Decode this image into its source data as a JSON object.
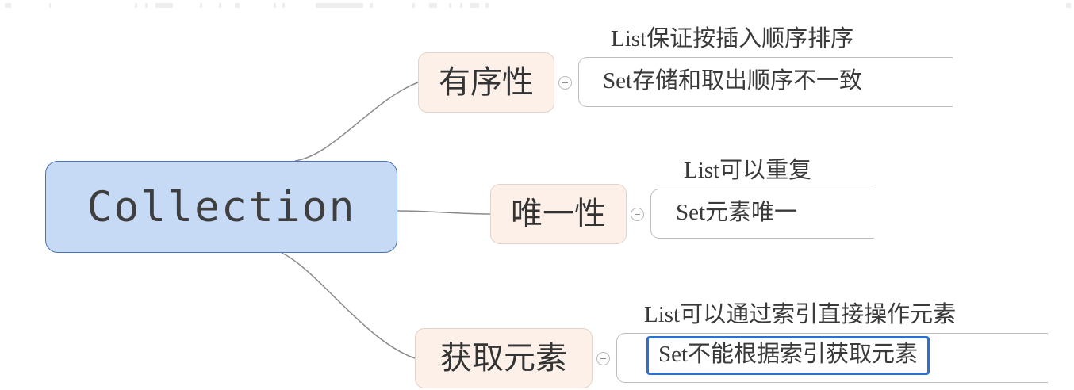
{
  "diagram": {
    "type": "mind-map",
    "title": "Collection",
    "orientation": "left-to-right",
    "background_color": "#ffffff",
    "colors": {
      "root_fill": "#c6d9f5",
      "root_border": "#4a74b8",
      "branch_fill": "#fcf0e9",
      "branch_border": "#e3d3c8",
      "edge": "#8a8a8a",
      "leaf_bracket": "#bdbdbd",
      "selection_border": "#2f6fce",
      "text": "#3a3a3a"
    },
    "root": {
      "label": "Collection"
    },
    "branches": [
      {
        "label": "有序性",
        "toggle_state": "expanded",
        "toggle_icon": "minus-circle-icon",
        "leaves": [
          {
            "text": "List保证按插入顺序排序",
            "boxed": false,
            "selected": false
          },
          {
            "text": "Set存储和取出顺序不一致",
            "boxed": true,
            "selected": false
          }
        ]
      },
      {
        "label": "唯一性",
        "toggle_state": "expanded",
        "toggle_icon": "minus-circle-icon",
        "leaves": [
          {
            "text": "List可以重复",
            "boxed": false,
            "selected": false
          },
          {
            "text": "Set元素唯一",
            "boxed": true,
            "selected": false
          }
        ]
      },
      {
        "label": "获取元素",
        "toggle_state": "expanded",
        "toggle_icon": "minus-circle-icon",
        "leaves": [
          {
            "text": "List可以通过索引直接操作元素",
            "boxed": false,
            "selected": false
          },
          {
            "text": "Set不能根据索引获取元素",
            "boxed": true,
            "selected": true
          }
        ]
      }
    ]
  }
}
